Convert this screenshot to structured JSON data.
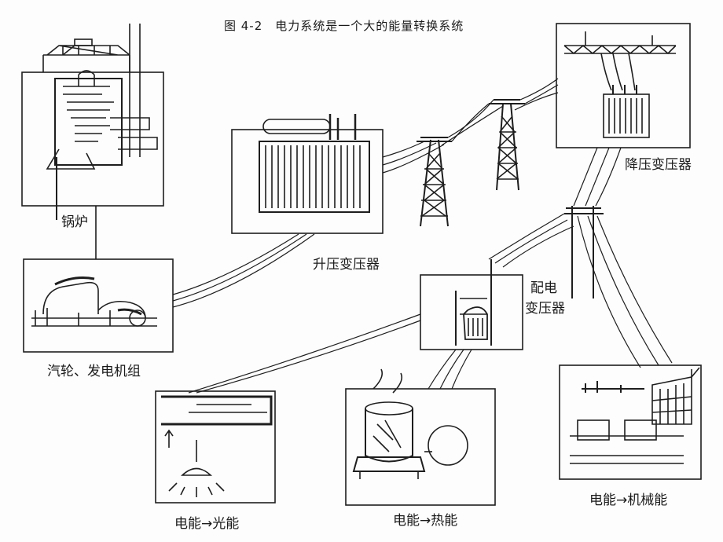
{
  "figure": {
    "caption": "图 4-2　电力系统是一个大的能量转换系统"
  },
  "labels": {
    "boiler": "锅炉",
    "turbine_generator": "汽轮、发电机组",
    "step_up_transformer": "升压变压器",
    "step_down_transformer": "降压变压器",
    "distribution_transformer_line1": "配电",
    "distribution_transformer_line2": "变压器",
    "electric_to_light": "电能→光能",
    "electric_to_heat": "电能→热能",
    "electric_to_mechanical": "电能→机械能"
  },
  "style": {
    "ink": "#1e1e1e",
    "paper": "#fdfdfd"
  }
}
